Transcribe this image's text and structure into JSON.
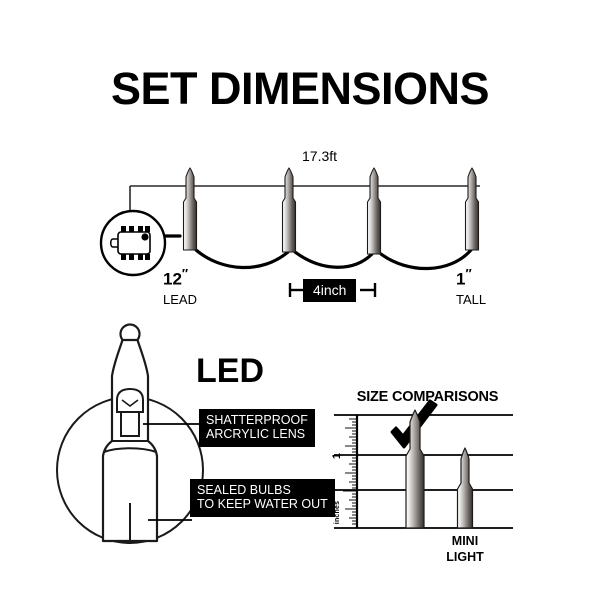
{
  "page": {
    "title": "SET DIMENSIONS",
    "background_color": "#ffffff",
    "ink_color": "#000000"
  },
  "set_diagram": {
    "name": "set-dimensions-diagram",
    "length_label": "17.3ft",
    "lead_value": "12",
    "lead_unit": "″",
    "lead_caption": "LEAD",
    "spacing_label": "4inch",
    "tall_value": "1",
    "tall_unit": "″",
    "tall_caption": "TALL",
    "bulb_count": 4,
    "plug_icon": "plug-icon",
    "wire_color": "#000000",
    "bulb_gradient": [
      "#ffffff",
      "#b9b7b5",
      "#3a3634"
    ]
  },
  "led_detail": {
    "name": "led-detail-diagram",
    "heading": "LED",
    "callouts": [
      {
        "id": "lens",
        "lines": [
          "SHATTERPROOF",
          "ARCRYLIC LENS"
        ]
      },
      {
        "id": "sealed",
        "lines": [
          "SEALED BULBS",
          "TO KEEP WATER OUT"
        ]
      }
    ]
  },
  "size_comparison": {
    "name": "size-comparison-panel",
    "title": "SIZE COMPARISONS",
    "ruler": {
      "major_label": "1",
      "unit_label": "inches"
    },
    "check_icon": "checkmark-icon",
    "items": [
      {
        "id": "led",
        "label": "",
        "selected": true
      },
      {
        "id": "mini",
        "label": "MINI\nLIGHT",
        "label_line1": "MINI",
        "label_line2": "LIGHT",
        "selected": false
      }
    ]
  },
  "chart_data": {
    "type": "bar",
    "title": "SIZE COMPARISONS",
    "categories": [
      "LED",
      "MINI LIGHT"
    ],
    "values": [
      1.0,
      0.62
    ],
    "xlabel": "",
    "ylabel": "inches",
    "ylim": [
      0,
      1.55
    ],
    "gridlines": [
      0,
      0.5,
      1.0,
      1.55
    ],
    "annotations": [
      "checkmark on LED"
    ]
  }
}
